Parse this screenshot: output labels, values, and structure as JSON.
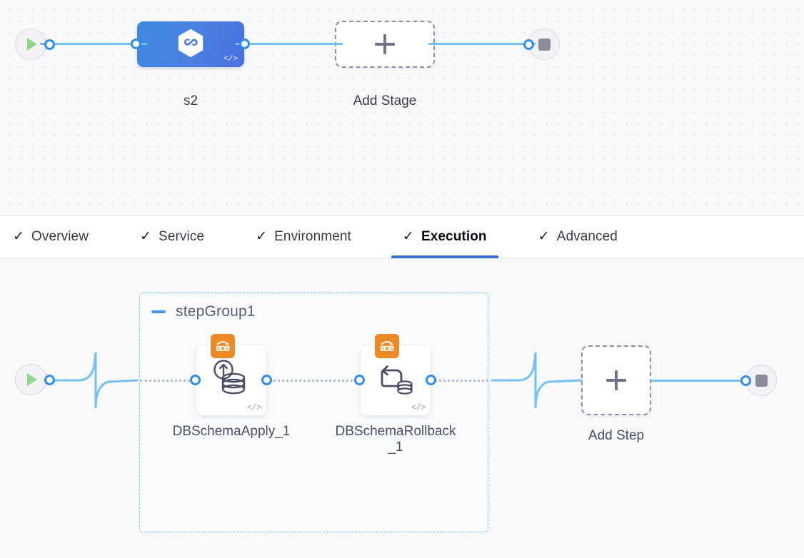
{
  "tabs": [
    {
      "id": "overview",
      "label": "Overview",
      "check": "✓",
      "active": false
    },
    {
      "id": "service",
      "label": "Service",
      "check": "✓",
      "active": false
    },
    {
      "id": "environment",
      "label": "Environment",
      "check": "✓",
      "active": false
    },
    {
      "id": "execution",
      "label": "Execution",
      "check": "✓",
      "active": true
    },
    {
      "id": "advanced",
      "label": "Advanced",
      "check": "✓",
      "active": false
    }
  ],
  "stage_canvas": {
    "start_node": {
      "name": "start",
      "icon": "play-icon"
    },
    "stage": {
      "id": "s2",
      "label": "s2",
      "icon": "harness-hexagon-icon",
      "code_badge": "</>"
    },
    "add_stage": {
      "label": "Add Stage",
      "icon": "plus-icon"
    },
    "end_node": {
      "name": "end",
      "icon": "stop-icon"
    }
  },
  "execution_canvas": {
    "start_node": {
      "name": "start",
      "icon": "play-icon"
    },
    "step_group": {
      "title": "stepGroup1",
      "collapse_icon": "minus-icon",
      "steps": [
        {
          "id": "DBSchemaApply_1",
          "label": "DBSchemaApply_1",
          "badge_icon": "aws-dms-icon",
          "glyph_icon": "database-apply-icon",
          "code_badge": "</>"
        },
        {
          "id": "DBSchemaRollback_1",
          "label": "DBSchemaRollback_1",
          "badge_icon": "aws-dms-icon",
          "glyph_icon": "database-rollback-icon",
          "code_badge": "</>"
        }
      ]
    },
    "add_step": {
      "label": "Add Step",
      "icon": "plus-icon"
    },
    "end_node": {
      "name": "end",
      "icon": "stop-icon"
    }
  },
  "colors": {
    "canvas_bg": "#f8f9fb",
    "grid_dot": "#e3e6ef",
    "link_blue": "#74c0f4",
    "port_blue": "#2f8ded",
    "stage_blue_start": "#3d8ae0",
    "stage_blue_end": "#4a6fe0",
    "active_tab_underline": "#3b6ecb",
    "badge_orange": "#ec8b26",
    "group_border": "#6ec6e8",
    "dashed_gray": "#8c8fa6",
    "label_text": "#4a4d63",
    "play_green": "#8cd98c",
    "stop_gray": "#8a8c9e"
  }
}
